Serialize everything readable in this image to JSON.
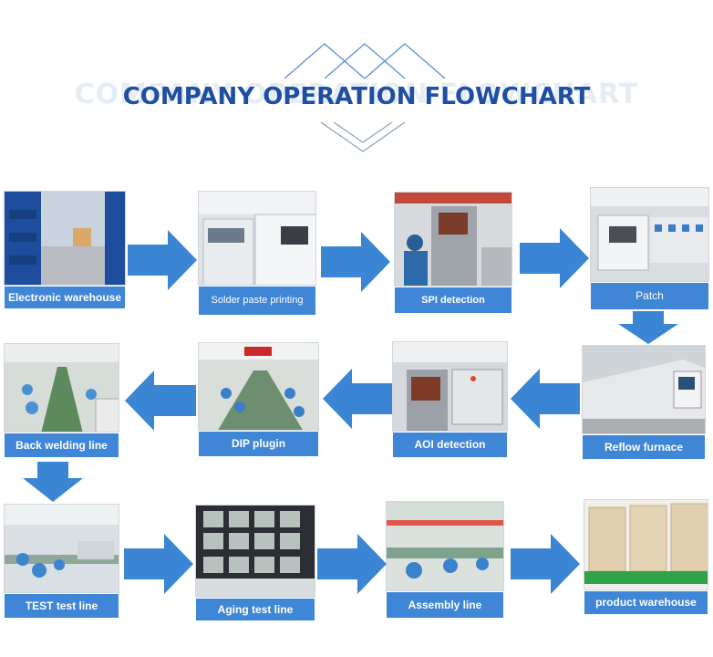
{
  "header": {
    "title": "COMPANY OPERATION FLOWCHART",
    "ghost_title": "COMPANY OPERATION FLOWCHART"
  },
  "colors": {
    "title": "#1f4fa3",
    "label_bg": "#3f86d6",
    "arrow": "#3a86d4"
  },
  "steps": [
    {
      "label": "Electronic warehouse"
    },
    {
      "label": "Solder paste printing"
    },
    {
      "label": "SPI detection"
    },
    {
      "label": "Patch"
    },
    {
      "label": "Reflow furnace"
    },
    {
      "label": "AOI detection"
    },
    {
      "label": "DIP plugin"
    },
    {
      "label": "Back welding line"
    },
    {
      "label": "TEST test line"
    },
    {
      "label": "Aging test line"
    },
    {
      "label": "Assembly line"
    },
    {
      "label": "product warehouse"
    }
  ]
}
